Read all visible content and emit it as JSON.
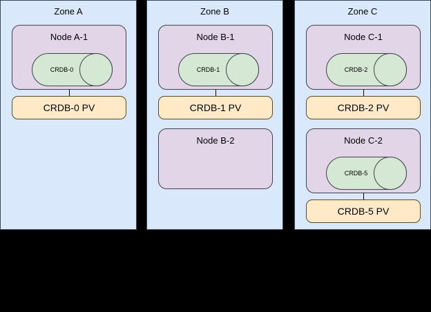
{
  "diagram": {
    "background_color": "#000000",
    "zone_fill": "#dae8fc",
    "node_fill": "#e1d5e7",
    "pod_fill": "#d5e8d4",
    "pv_fill": "#ffe9c6",
    "stroke_color": "#42414b",
    "zones": [
      {
        "id": "zone-a",
        "label": "Zone A",
        "nodes": [
          {
            "id": "node-a-1",
            "label": "Node A-1",
            "pod": {
              "id": "crdb-0",
              "label": "CRDB-0"
            },
            "pv": {
              "id": "crdb-0-pv",
              "label": "CRDB-0 PV"
            }
          }
        ]
      },
      {
        "id": "zone-b",
        "label": "Zone B",
        "nodes": [
          {
            "id": "node-b-1",
            "label": "Node B-1",
            "pod": {
              "id": "crdb-1",
              "label": "CRDB-1"
            },
            "pv": {
              "id": "crdb-1-pv",
              "label": "CRDB-1 PV"
            }
          },
          {
            "id": "node-b-2",
            "label": "Node B-2",
            "pod": null,
            "pv": null
          }
        ]
      },
      {
        "id": "zone-c",
        "label": "Zone C",
        "nodes": [
          {
            "id": "node-c-1",
            "label": "Node C-1",
            "pod": {
              "id": "crdb-2",
              "label": "CRDB-2"
            },
            "pv": {
              "id": "crdb-2-pv",
              "label": "CRDB-2 PV"
            }
          },
          {
            "id": "node-c-2",
            "label": "Node C-2",
            "pod": {
              "id": "crdb-5",
              "label": "CRDB-5"
            },
            "pv": {
              "id": "crdb-5-pv",
              "label": "CRDB-5 PV"
            }
          }
        ]
      }
    ]
  }
}
